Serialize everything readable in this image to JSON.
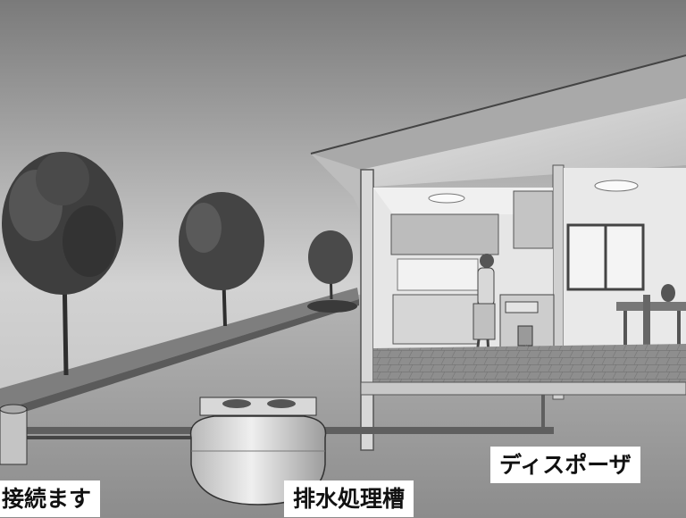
{
  "labels": {
    "connect": "接続ます",
    "treatment_tank": "排水処理槽",
    "disposer": "ディスポーザ"
  },
  "colors": {
    "sky_top": "#7a7a7a",
    "sky_bottom": "#d2d2d2",
    "ground": "#a4a4a4",
    "house_wall": "#cfcfcf",
    "floor": "#8a8a8a",
    "pipe": "#5f5f5f",
    "tree": "#3e3e3e",
    "label_bg": "#ffffff"
  },
  "icons": [
    "tree-icon",
    "sewage-tank-icon",
    "sink-icon",
    "ceiling-light-icon",
    "person-icon"
  ]
}
